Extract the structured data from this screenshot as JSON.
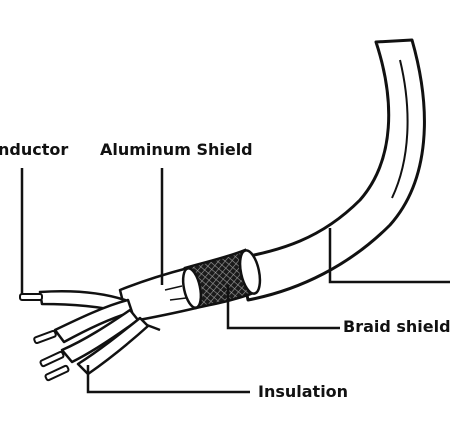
{
  "labels": {
    "conductor": "nductor",
    "aluminum_shield": "Aluminum Shield",
    "braid_shield": "Braid shield",
    "insulation": "Insulation"
  },
  "colors": {
    "line": "#111111",
    "fill": "#ffffff",
    "braid": "#222222"
  }
}
